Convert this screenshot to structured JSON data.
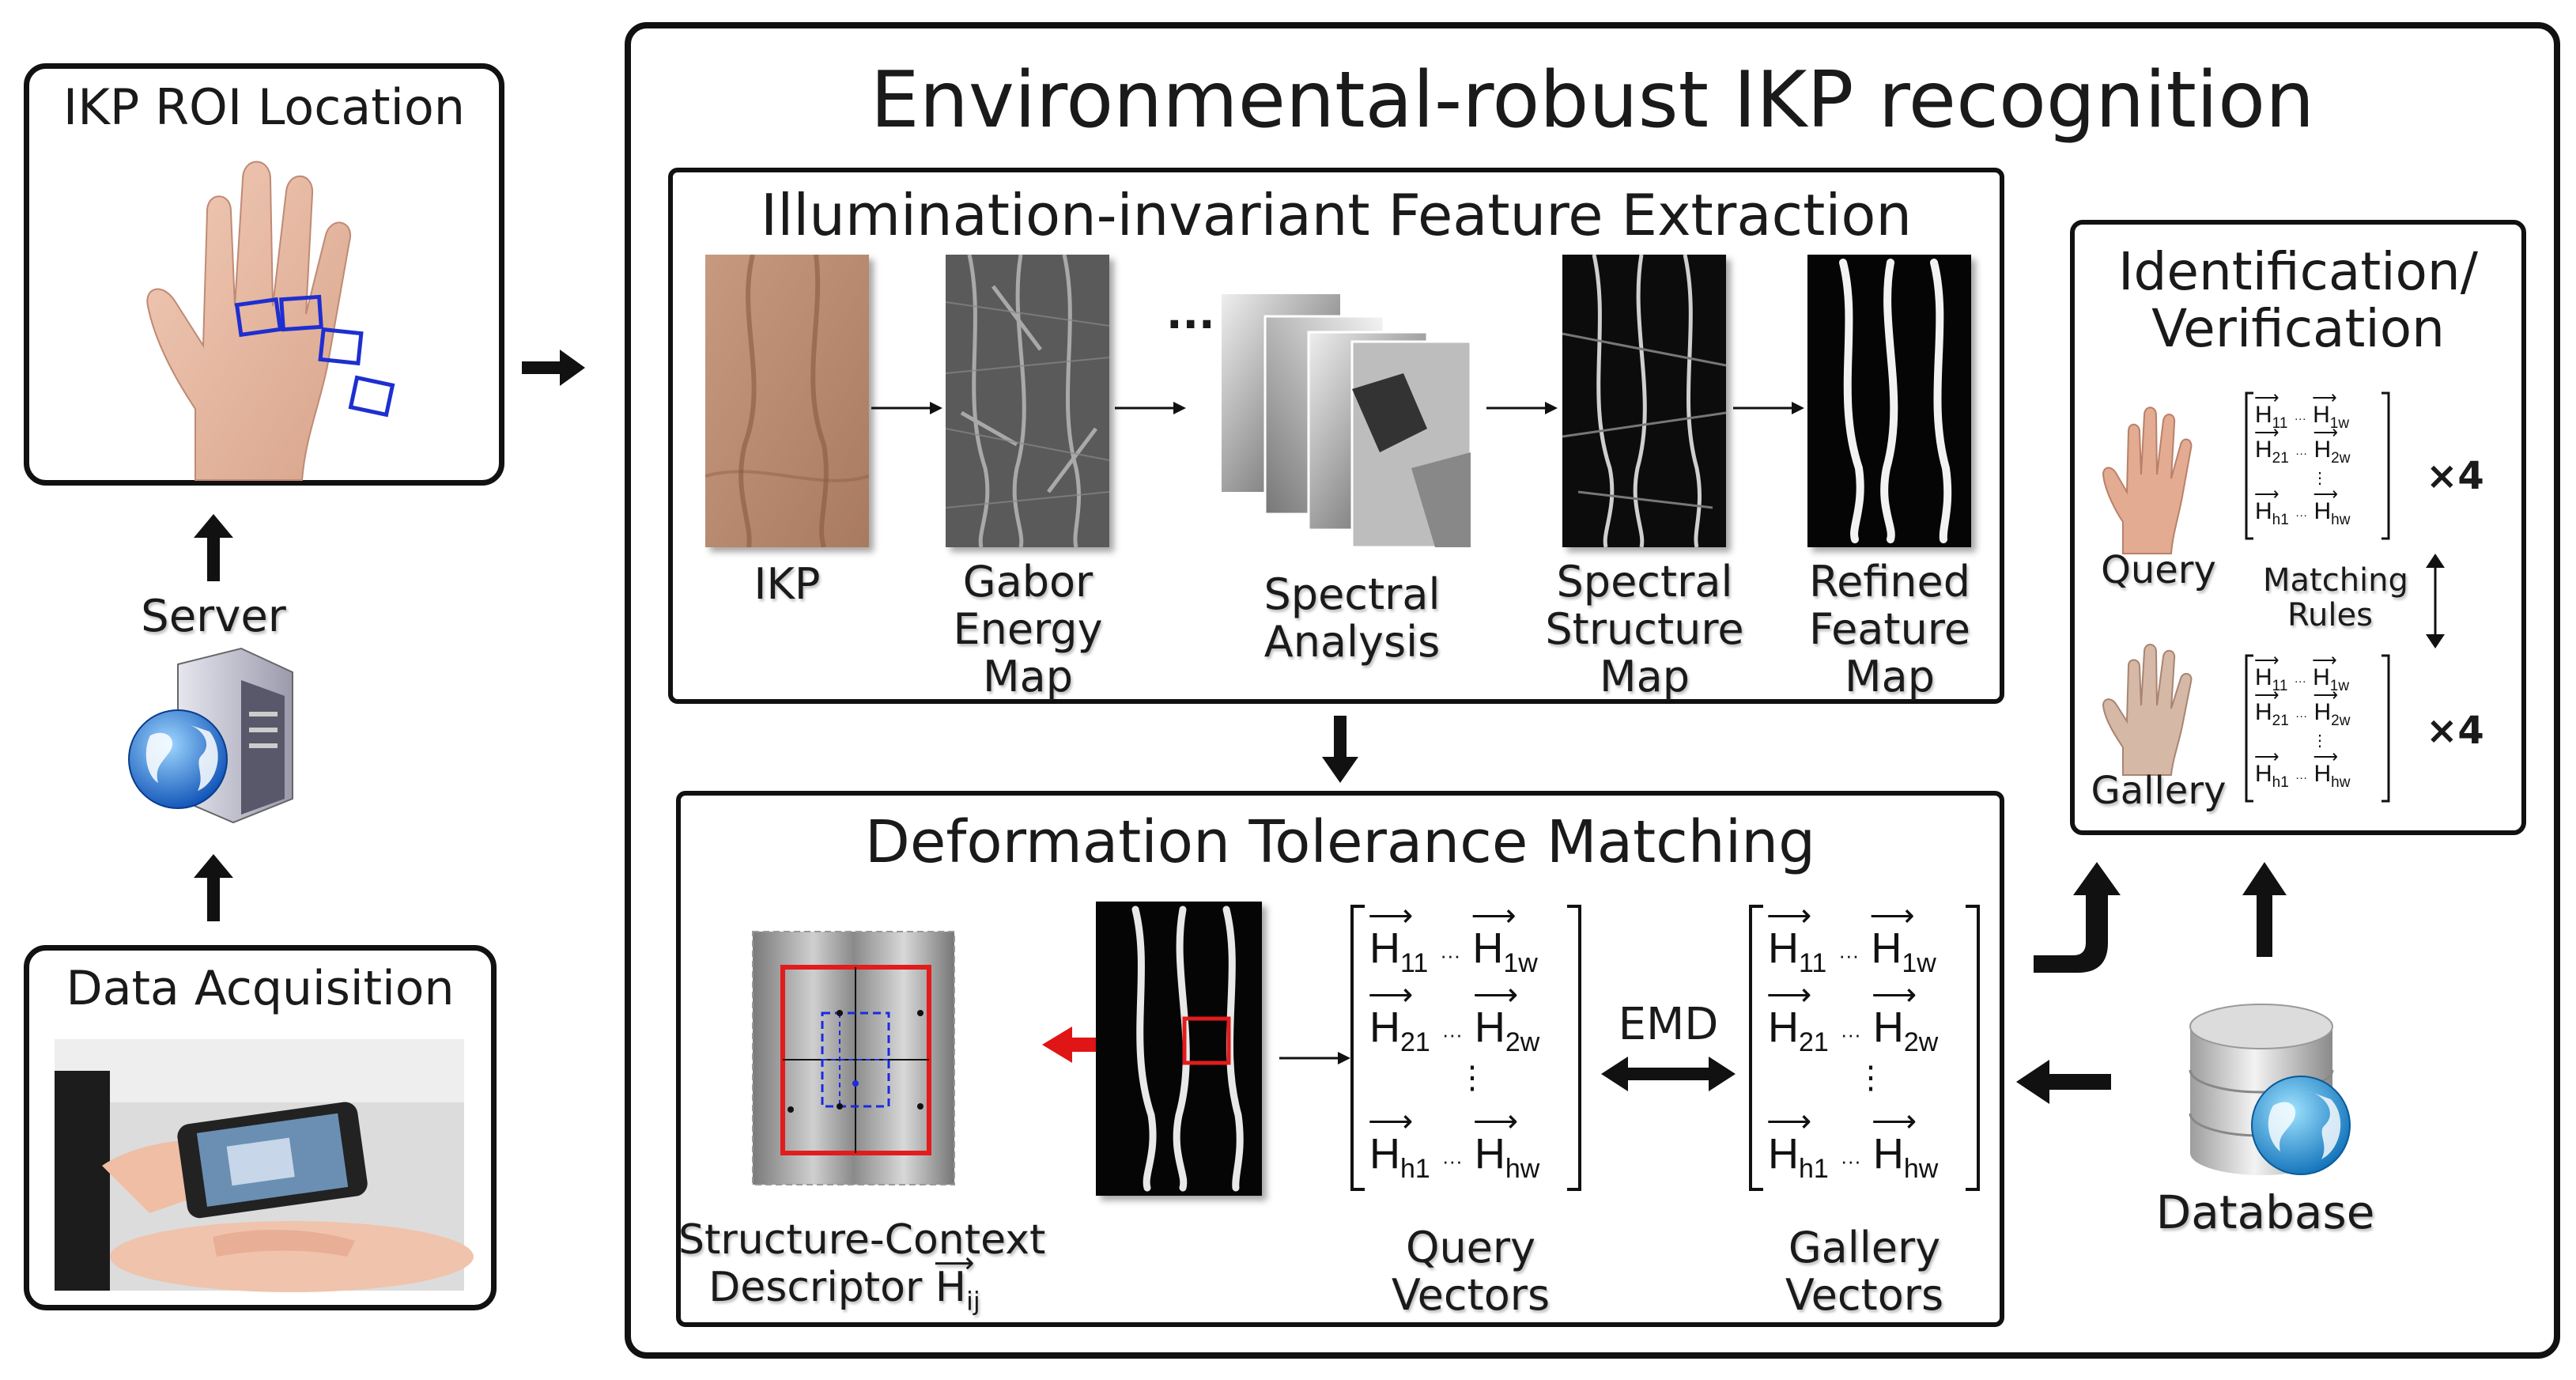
{
  "left": {
    "roi_title": "IKP ROI Location",
    "server_label": "Server",
    "acq_title": "Data Acquisition"
  },
  "main": {
    "title": "Environmental-robust IKP recognition",
    "feature_box": {
      "title": "Illumination-invariant Feature Extraction",
      "steps": [
        {
          "label_lines": [
            "IKP"
          ]
        },
        {
          "label_lines": [
            "Gabor",
            "Energy",
            "Map"
          ]
        },
        {
          "label_lines": [
            "Spectral",
            "Analysis"
          ]
        },
        {
          "label_lines": [
            "Spectral",
            "Structure",
            "Map"
          ]
        },
        {
          "label_lines": [
            "Refined",
            "Feature",
            "Map"
          ]
        }
      ],
      "ellipsis": "..."
    },
    "matching_box": {
      "title": "Deformation Tolerance Matching",
      "descriptor_label_lines": [
        "Structure-Context",
        "Descriptor"
      ],
      "descriptor_symbol": "H",
      "descriptor_sub": "ij",
      "emd_label": "EMD",
      "query_label_lines": [
        "Query",
        "Vectors"
      ],
      "gallery_label_lines": [
        "Gallery",
        "Vectors"
      ],
      "matrix": {
        "r1c1": "11",
        "r1c2": "1w",
        "r2c1": "21",
        "r2c2": "2w",
        "r3c1": "h1",
        "r3c2": "hw",
        "symbol": "H",
        "dots_h": "···",
        "dots_v": "⋮"
      }
    }
  },
  "right": {
    "ident_title_lines": [
      "Identification/",
      "Verification"
    ],
    "query_label": "Query",
    "gallery_label": "Gallery",
    "matching_rules_lines": [
      "Matching",
      "Rules"
    ],
    "times_label": "×4",
    "database_label": "Database"
  },
  "icons": [
    "hand-icon",
    "server-icon",
    "globe-icon",
    "database-icon",
    "phone-photo"
  ]
}
